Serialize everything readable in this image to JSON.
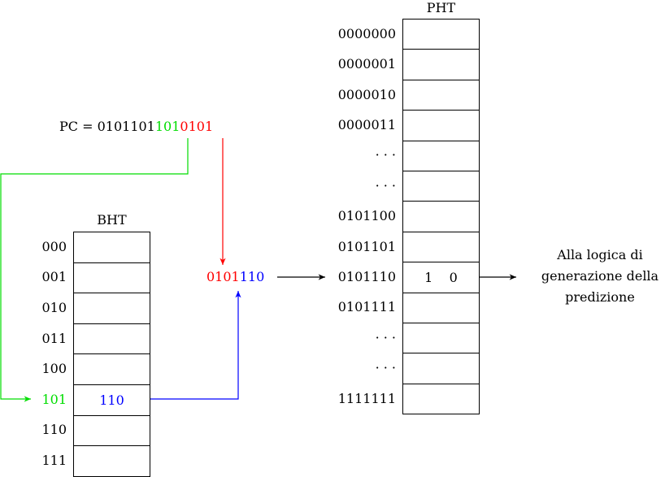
{
  "colors": {
    "index_bits": "#00dd00",
    "pc_low_bits": "#ff0000",
    "history_bits": "#0000ff",
    "default": "#000000"
  },
  "pc": {
    "prefix": "PC = ",
    "high_bits": "0101101",
    "index_bits": "101",
    "low_bits": "0101"
  },
  "bht": {
    "title": "BHT",
    "rows": [
      {
        "index": "000",
        "value": ""
      },
      {
        "index": "001",
        "value": ""
      },
      {
        "index": "010",
        "value": ""
      },
      {
        "index": "011",
        "value": ""
      },
      {
        "index": "100",
        "value": ""
      },
      {
        "index": "101",
        "value": "110"
      },
      {
        "index": "110",
        "value": ""
      },
      {
        "index": "111",
        "value": ""
      }
    ],
    "selected_row": 5
  },
  "concat": {
    "pc_part": "0101",
    "history_part": "110"
  },
  "pht": {
    "title": "PHT",
    "rows": [
      {
        "index": "0000000",
        "value": ""
      },
      {
        "index": "0000001",
        "value": ""
      },
      {
        "index": "0000010",
        "value": ""
      },
      {
        "index": "0000011",
        "value": ""
      },
      {
        "index": "· · ·",
        "value": ""
      },
      {
        "index": "· · ·",
        "value": ""
      },
      {
        "index": "0101100",
        "value": ""
      },
      {
        "index": "0101101",
        "value": ""
      },
      {
        "index": "0101110",
        "value": "1    0"
      },
      {
        "index": "0101111",
        "value": ""
      },
      {
        "index": "· · ·",
        "value": ""
      },
      {
        "index": "· · ·",
        "value": ""
      },
      {
        "index": "1111111",
        "value": ""
      }
    ],
    "selected_row": 8
  },
  "output_label": {
    "line1": "Alla logica di",
    "line2": "generazione della",
    "line3": "predizione"
  }
}
